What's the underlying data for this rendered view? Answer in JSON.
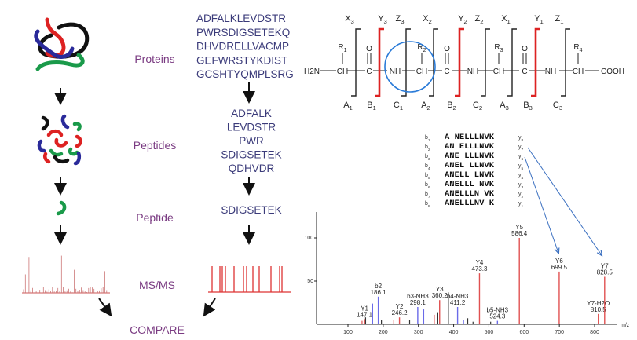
{
  "colors": {
    "label": "#7a3b82",
    "sequence": "#3b3b7a",
    "red_bracket": "#d22",
    "circle": "#2a7bd8",
    "y_ion": "#e05050",
    "b_ion": "#6a6ae8",
    "arrow": "#3a6fc0"
  },
  "workflow": {
    "labels": [
      "Proteins",
      "Peptides",
      "Peptide",
      "MS/MS",
      "COMPARE"
    ],
    "protein_sequences": [
      "ADFALKLEVDSTR",
      "PWRSDIGSETEKQ",
      "DHVDRELLVACMP",
      "GEFWRSTYKDIST",
      "GCSHTYQMPLSRG"
    ],
    "peptides": [
      "ADFALK",
      "LEVDSTR",
      "PWR",
      "SDIGSETEK",
      "QDHVDR"
    ],
    "selected_peptide": "SDIGSETEK"
  },
  "fragmentation": {
    "n_terminus": "H2N",
    "c_terminus": "COOH",
    "chain": [
      "CH",
      "C",
      "NH",
      "CH",
      "C",
      "NH",
      "CH",
      "C",
      "NH",
      "CH"
    ],
    "side_chains": [
      "R1",
      "R2",
      "R3",
      "R4"
    ],
    "top_labels": [
      [
        "X",
        "3"
      ],
      [
        "Y",
        "3"
      ],
      [
        "Z",
        "3"
      ],
      [
        "X",
        "2"
      ],
      [
        "Y",
        "2"
      ],
      [
        "Z",
        "2"
      ],
      [
        "X",
        "1"
      ],
      [
        "Y",
        "1"
      ],
      [
        "Z",
        "1"
      ]
    ],
    "bottom_labels": [
      [
        "A",
        "1"
      ],
      [
        "B",
        "1"
      ],
      [
        "C",
        "1"
      ],
      [
        "A",
        "2"
      ],
      [
        "B",
        "2"
      ],
      [
        "C",
        "2"
      ],
      [
        "A",
        "3"
      ],
      [
        "B",
        "3"
      ],
      [
        "C",
        "3"
      ]
    ]
  },
  "ladder": {
    "rows": [
      {
        "b": [
          "b",
          "1"
        ],
        "seq": "A NELLLNVK",
        "y": [
          "y",
          "8"
        ]
      },
      {
        "b": [
          "b",
          "2"
        ],
        "seq": "AN ELLLNVK",
        "y": [
          "y",
          "7"
        ]
      },
      {
        "b": [
          "b",
          "3"
        ],
        "seq": "ANE LLLNVK",
        "y": [
          "y",
          "6"
        ]
      },
      {
        "b": [
          "b",
          "4"
        ],
        "seq": "ANEL LLNVK",
        "y": [
          "y",
          "5"
        ]
      },
      {
        "b": [
          "b",
          "5"
        ],
        "seq": "ANELL LNVK",
        "y": [
          "y",
          "4"
        ]
      },
      {
        "b": [
          "b",
          "6"
        ],
        "seq": "ANELLL NVK",
        "y": [
          "y",
          "3"
        ]
      },
      {
        "b": [
          "b",
          "7"
        ],
        "seq": "ANELLLN VK",
        "y": [
          "y",
          "2"
        ]
      },
      {
        "b": [
          "b",
          "8"
        ],
        "seq": "ANELLLNV K",
        "y": [
          "y",
          "1"
        ]
      }
    ]
  },
  "chart_data": {
    "type": "bar",
    "xlabel": "m/z",
    "xlim": [
      0,
      870
    ],
    "ylim": [
      0,
      130
    ],
    "xticks": [
      100,
      200,
      300,
      400,
      500,
      600,
      700,
      800
    ],
    "yticks": [
      50,
      100
    ],
    "peaks": [
      {
        "mz": 147.1,
        "intensity": 6,
        "ion": "y",
        "label": "Y1",
        "value": "147.1"
      },
      {
        "mz": 186.1,
        "intensity": 32,
        "ion": "b",
        "label": "b2",
        "value": "186.1"
      },
      {
        "mz": 246.2,
        "intensity": 8,
        "ion": "y",
        "label": "Y2",
        "value": "246.2"
      },
      {
        "mz": 298.1,
        "intensity": 20,
        "ion": "b",
        "label": "b3-NH3",
        "value": "298.1"
      },
      {
        "mz": 360.2,
        "intensity": 28,
        "ion": "y",
        "label": "Y3",
        "value": "360.2"
      },
      {
        "mz": 411.2,
        "intensity": 20,
        "ion": "b",
        "label": "b4-NH3",
        "value": "411.2"
      },
      {
        "mz": 473.3,
        "intensity": 59,
        "ion": "y",
        "label": "Y4",
        "value": "473.3"
      },
      {
        "mz": 524.3,
        "intensity": 4,
        "ion": "b",
        "label": "b5-NH3",
        "value": "524.3"
      },
      {
        "mz": 586.4,
        "intensity": 100,
        "ion": "y",
        "label": "Y5",
        "value": "586.4"
      },
      {
        "mz": 699.5,
        "intensity": 61,
        "ion": "y",
        "label": "Y6",
        "value": "699.5"
      },
      {
        "mz": 810.5,
        "intensity": 12,
        "ion": "y",
        "label": "Y7-H2O",
        "value": "810.5"
      },
      {
        "mz": 828.5,
        "intensity": 55,
        "ion": "y",
        "label": "Y7",
        "value": "828.5"
      }
    ],
    "unlabeled_peaks": [
      {
        "mz": 140,
        "intensity": 4,
        "ion": "y"
      },
      {
        "mz": 170,
        "intensity": 24,
        "ion": "b"
      },
      {
        "mz": 150,
        "intensity": 8,
        "ion": "other"
      },
      {
        "mz": 195,
        "intensity": 5,
        "ion": "other"
      },
      {
        "mz": 230,
        "intensity": 5,
        "ion": "y"
      },
      {
        "mz": 275,
        "intensity": 5,
        "ion": "other"
      },
      {
        "mz": 315,
        "intensity": 18,
        "ion": "b"
      },
      {
        "mz": 345,
        "intensity": 11,
        "ion": "y"
      },
      {
        "mz": 355,
        "intensity": 14,
        "ion": "other"
      },
      {
        "mz": 385,
        "intensity": 37,
        "ion": "other"
      },
      {
        "mz": 428,
        "intensity": 5,
        "ion": "b"
      },
      {
        "mz": 440,
        "intensity": 7,
        "ion": "other"
      },
      {
        "mz": 455,
        "intensity": 3,
        "ion": "other"
      },
      {
        "mz": 505,
        "intensity": 3,
        "ion": "other"
      }
    ]
  }
}
